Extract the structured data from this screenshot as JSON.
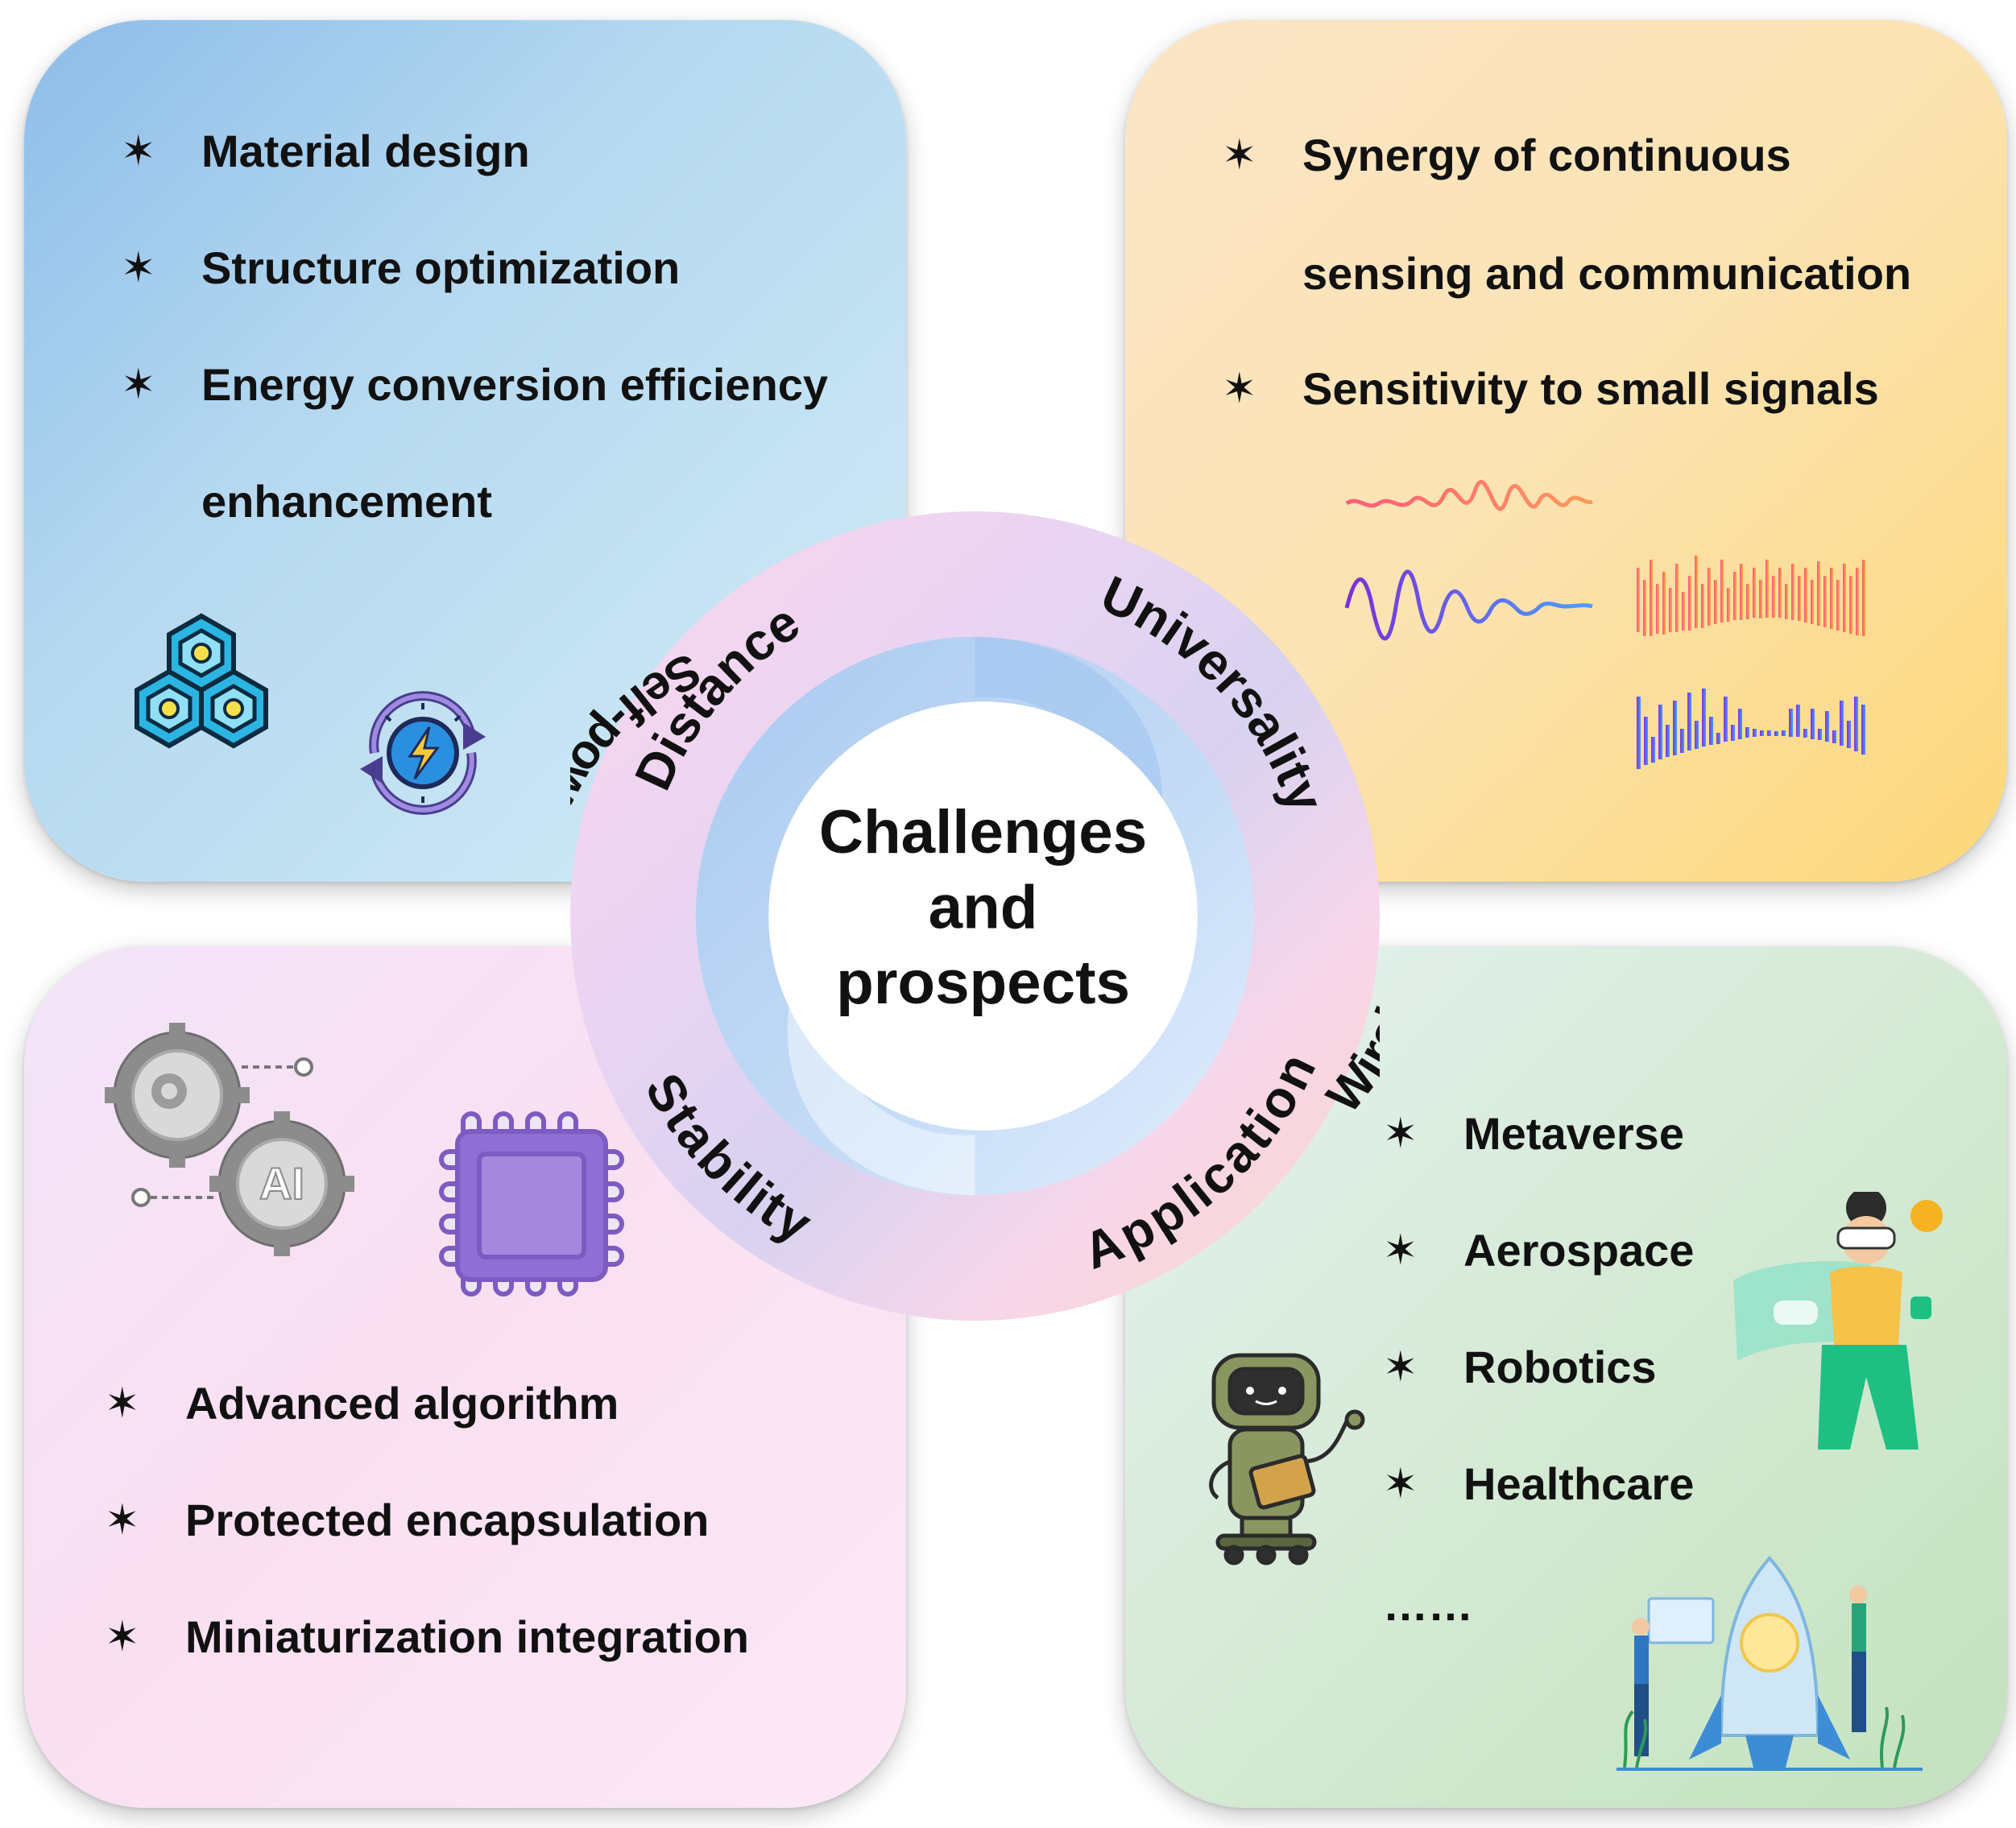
{
  "center": {
    "title_lines": [
      "Challenges",
      "and",
      "prospects"
    ],
    "outer_labels": [
      "Distance",
      "Universality",
      "Application",
      "Stability"
    ],
    "inner_labels": [
      "Self-powered",
      "Wireless"
    ]
  },
  "top_left": {
    "items": [
      "Material design",
      "Structure optimization",
      "Energy conversion efficiency"
    ],
    "continuation": "enhancement",
    "icons": [
      "hexagon-cells-icon",
      "energy-cycle-icon"
    ]
  },
  "top_right": {
    "items": [
      "Synergy of continuous",
      "Sensitivity to small signals"
    ],
    "continuation": "sensing and communication",
    "icons": [
      "waveform-icon",
      "spectrum-bars-icon"
    ]
  },
  "bottom_left": {
    "items": [
      "Advanced algorithm",
      "Protected encapsulation",
      "Miniaturization integration"
    ],
    "icons": [
      "ai-gears-icon",
      "chip-icon"
    ]
  },
  "bottom_right": {
    "items": [
      "Metaverse",
      "Aerospace",
      "Robotics",
      "Healthcare"
    ],
    "ellipsis": "……",
    "icons": [
      "robot-icon",
      "vr-person-icon",
      "rocket-team-icon"
    ]
  },
  "bullet": "✶",
  "colors": {
    "panel_tl": "#b6d9f0",
    "panel_tr": "#fbe3b2",
    "panel_bl": "#f9e0f1",
    "panel_br": "#d5ead5",
    "ring_inner": "#a9c9f0",
    "text": "#111111"
  }
}
